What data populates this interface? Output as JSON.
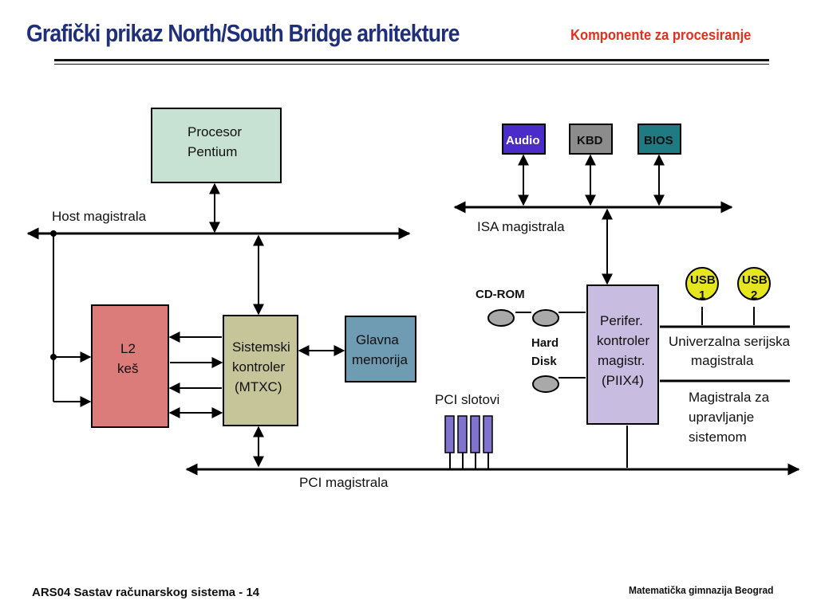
{
  "header": {
    "title": "Grafički prikaz North/South Bridge arhitekture",
    "subtitle": "Komponente za procesiranje"
  },
  "diagram": {
    "processor": [
      "Procesor",
      "Pentium"
    ],
    "host_bus": "Host magistrala",
    "l2_cache": [
      "L2",
      "keš"
    ],
    "system_controller": [
      "Sistemski",
      "kontroler",
      "(MTXC)"
    ],
    "main_memory": [
      "Glavna",
      "memorija"
    ],
    "isa_bus": "ISA magistrala",
    "audio": "Audio",
    "kbd": "KBD",
    "bios": "BIOS",
    "cd_rom": "CD-ROM",
    "hard_disk": [
      "Hard",
      "Disk"
    ],
    "periph_controller": [
      "Perifer.",
      "kontroler",
      "magistr.",
      "(PIIX4)"
    ],
    "usb1": [
      "USB",
      "1"
    ],
    "usb2": [
      "USB",
      "2"
    ],
    "usb_bus": [
      "Univerzalna serijska",
      "magistrala"
    ],
    "mgmt_bus": [
      "Magistrala za",
      "upravljanje",
      "sistemom"
    ],
    "pci_slots": "PCI slotovi",
    "pci_bus": "PCI magistrala"
  },
  "footer": {
    "left": "ARS04 Sastav računarskog sistema - 14",
    "right": "Matematička gimnazija Beograd"
  },
  "colors": {
    "title": "#1f2f79",
    "subtitle": "#e0301e",
    "processor": "#c7e2d2",
    "l2_cache": "#db7b7a",
    "system_controller": "#c6c59a",
    "main_memory": "#6f9bb3",
    "audio": "#4b2cc8",
    "kbd": "#8c8c8c",
    "bios": "#1f7a82",
    "periph_controller": "#c8bde0",
    "usb": "#e6e61e",
    "pci_slot": "#7e73cf"
  }
}
